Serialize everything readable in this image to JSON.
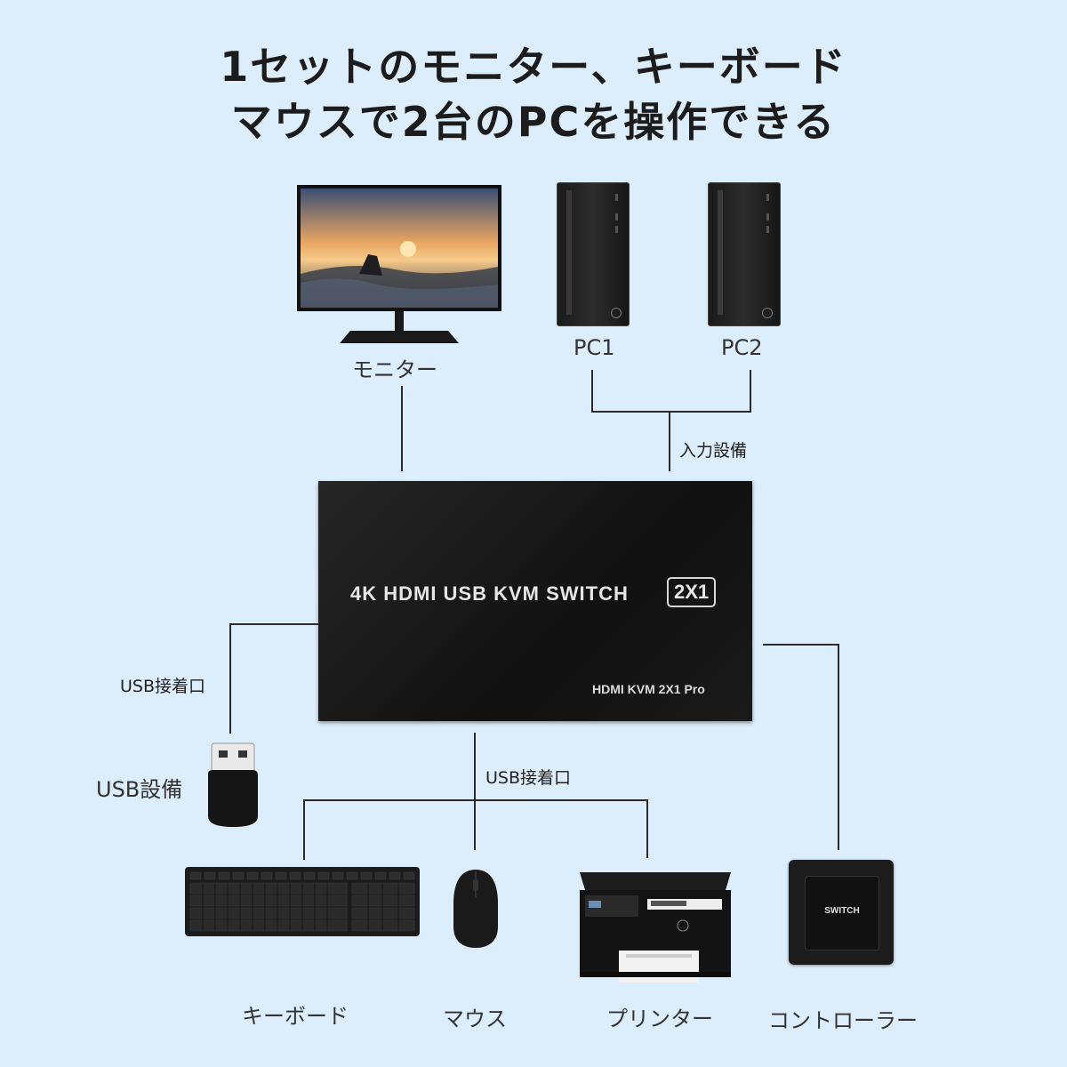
{
  "title": {
    "line1": "1セットのモニター、キーボード",
    "line2": "マウスで2台のPCを操作できる"
  },
  "devices": {
    "monitor": "モニター",
    "pc1": "PC1",
    "pc2": "PC2",
    "keyboard": "キーボード",
    "mouse": "マウス",
    "printer": "プリンター",
    "controller": "コントローラー",
    "usb_device": "USB設備"
  },
  "connections": {
    "input_device": "入力設備",
    "usb_port_left": "USB接着口",
    "usb_port_bottom": "USB接着口"
  },
  "kvm": {
    "main_text": "4K HDMI USB KVM SWITCH",
    "badge": "2X1",
    "model": "HDMI KVM 2X1 Pro"
  },
  "controller_button": "SWITCH",
  "colors": {
    "background": "#dcedfb",
    "device_black": "#1e1e1e",
    "line": "#2a2a2a"
  }
}
